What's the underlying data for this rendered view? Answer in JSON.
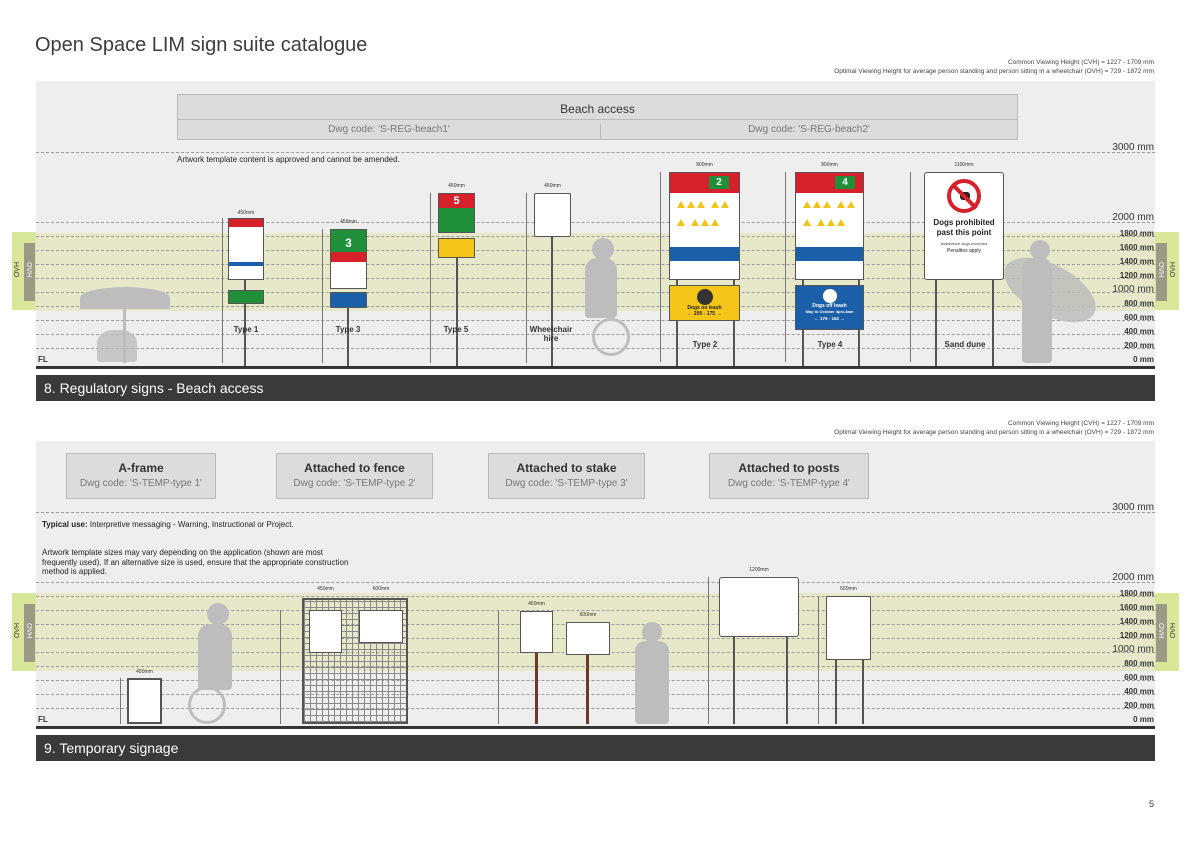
{
  "page": {
    "title": "Open Space LIM sign suite catalogue",
    "page_number": "5"
  },
  "cvh_notes": {
    "line1": "Common Viewing Height (CVH) = 1227 - 1709 mm",
    "line2": "Optimal Viewing Height for average person standing and person sitting in a wheelchair (OVH) = 729 - 1872 mm"
  },
  "scale_labels": [
    "3000 mm",
    "2000 mm",
    "1800 mm",
    "1600 mm",
    "1400 mm",
    "1200 mm",
    "1000 mm",
    "800 mm",
    "600 mm",
    "400 mm",
    "200 mm",
    "0 mm"
  ],
  "ovh_label": "OVH",
  "fl_label": "FL",
  "section1": {
    "bar_title": "8. Regulatory signs - Beach access",
    "header_title": "Beach access",
    "code_left": "Dwg code: 'S-REG-beach1'",
    "code_right": "Dwg code: 'S-REG-beach2'",
    "note": "Artwork template content is approved and cannot be amended.",
    "signs": [
      {
        "label": "Type 1",
        "width_dim": "450mm"
      },
      {
        "label": "Type 3",
        "width_dim": "450mm"
      },
      {
        "label": "Type 5",
        "width_dim": "450mm",
        "number": "5"
      },
      {
        "label": "Wheelchair hire",
        "width_dim": "450mm"
      },
      {
        "label": "Type 2",
        "width_dim": "900mm",
        "number": "2",
        "footer": "Dogs on leash",
        "footer_sub": "← 200 - 175 →"
      },
      {
        "label": "Type 4",
        "width_dim": "900mm",
        "number": "4",
        "footer": "Dogs off leash",
        "footer_sub2": "May to October 4pm-8am",
        "footer_sub": "← 175 - 162 →"
      },
      {
        "label": "Sand dune",
        "width_dim": "1100mm",
        "main": "Dogs prohibited past this point",
        "sub1": "Assistance dogs excepted",
        "sub2": "Penalties apply"
      }
    ],
    "type3_number": "3"
  },
  "section2": {
    "bar_title": "9. Temporary signage",
    "headers": [
      {
        "title": "A-frame",
        "code": "Dwg code: 'S-TEMP-type 1'"
      },
      {
        "title": "Attached to fence",
        "code": "Dwg code: 'S-TEMP-type 2'"
      },
      {
        "title": "Attached to stake",
        "code": "Dwg code: 'S-TEMP-type 3'"
      },
      {
        "title": "Attached to posts",
        "code": "Dwg code: 'S-TEMP-type 4'"
      }
    ],
    "typical_use_label": "Typical use:",
    "typical_use_text": "Interpretive messaging - Warning, Instructional or Project.",
    "note": "Artwork template sizes may vary depending on the application (shown are most frequently used). If an alternative size is used, ensure that the appropriate construction method is applied.",
    "dims": {
      "aframe": "450mm",
      "fence_a": "450mm",
      "fence_b": "600mm",
      "stake_a": "450mm",
      "stake_b": "600mm",
      "posts_a": "1200mm",
      "posts_b": "600mm"
    }
  },
  "colors": {
    "band": "#e6e8c9",
    "ovh": "#d9e79b",
    "bar": "#3a3a3a",
    "panel": "#efeeef",
    "red": "#d6202b",
    "green": "#1f8f3a",
    "blue": "#1b5fa8",
    "yellow": "#f5c518"
  }
}
